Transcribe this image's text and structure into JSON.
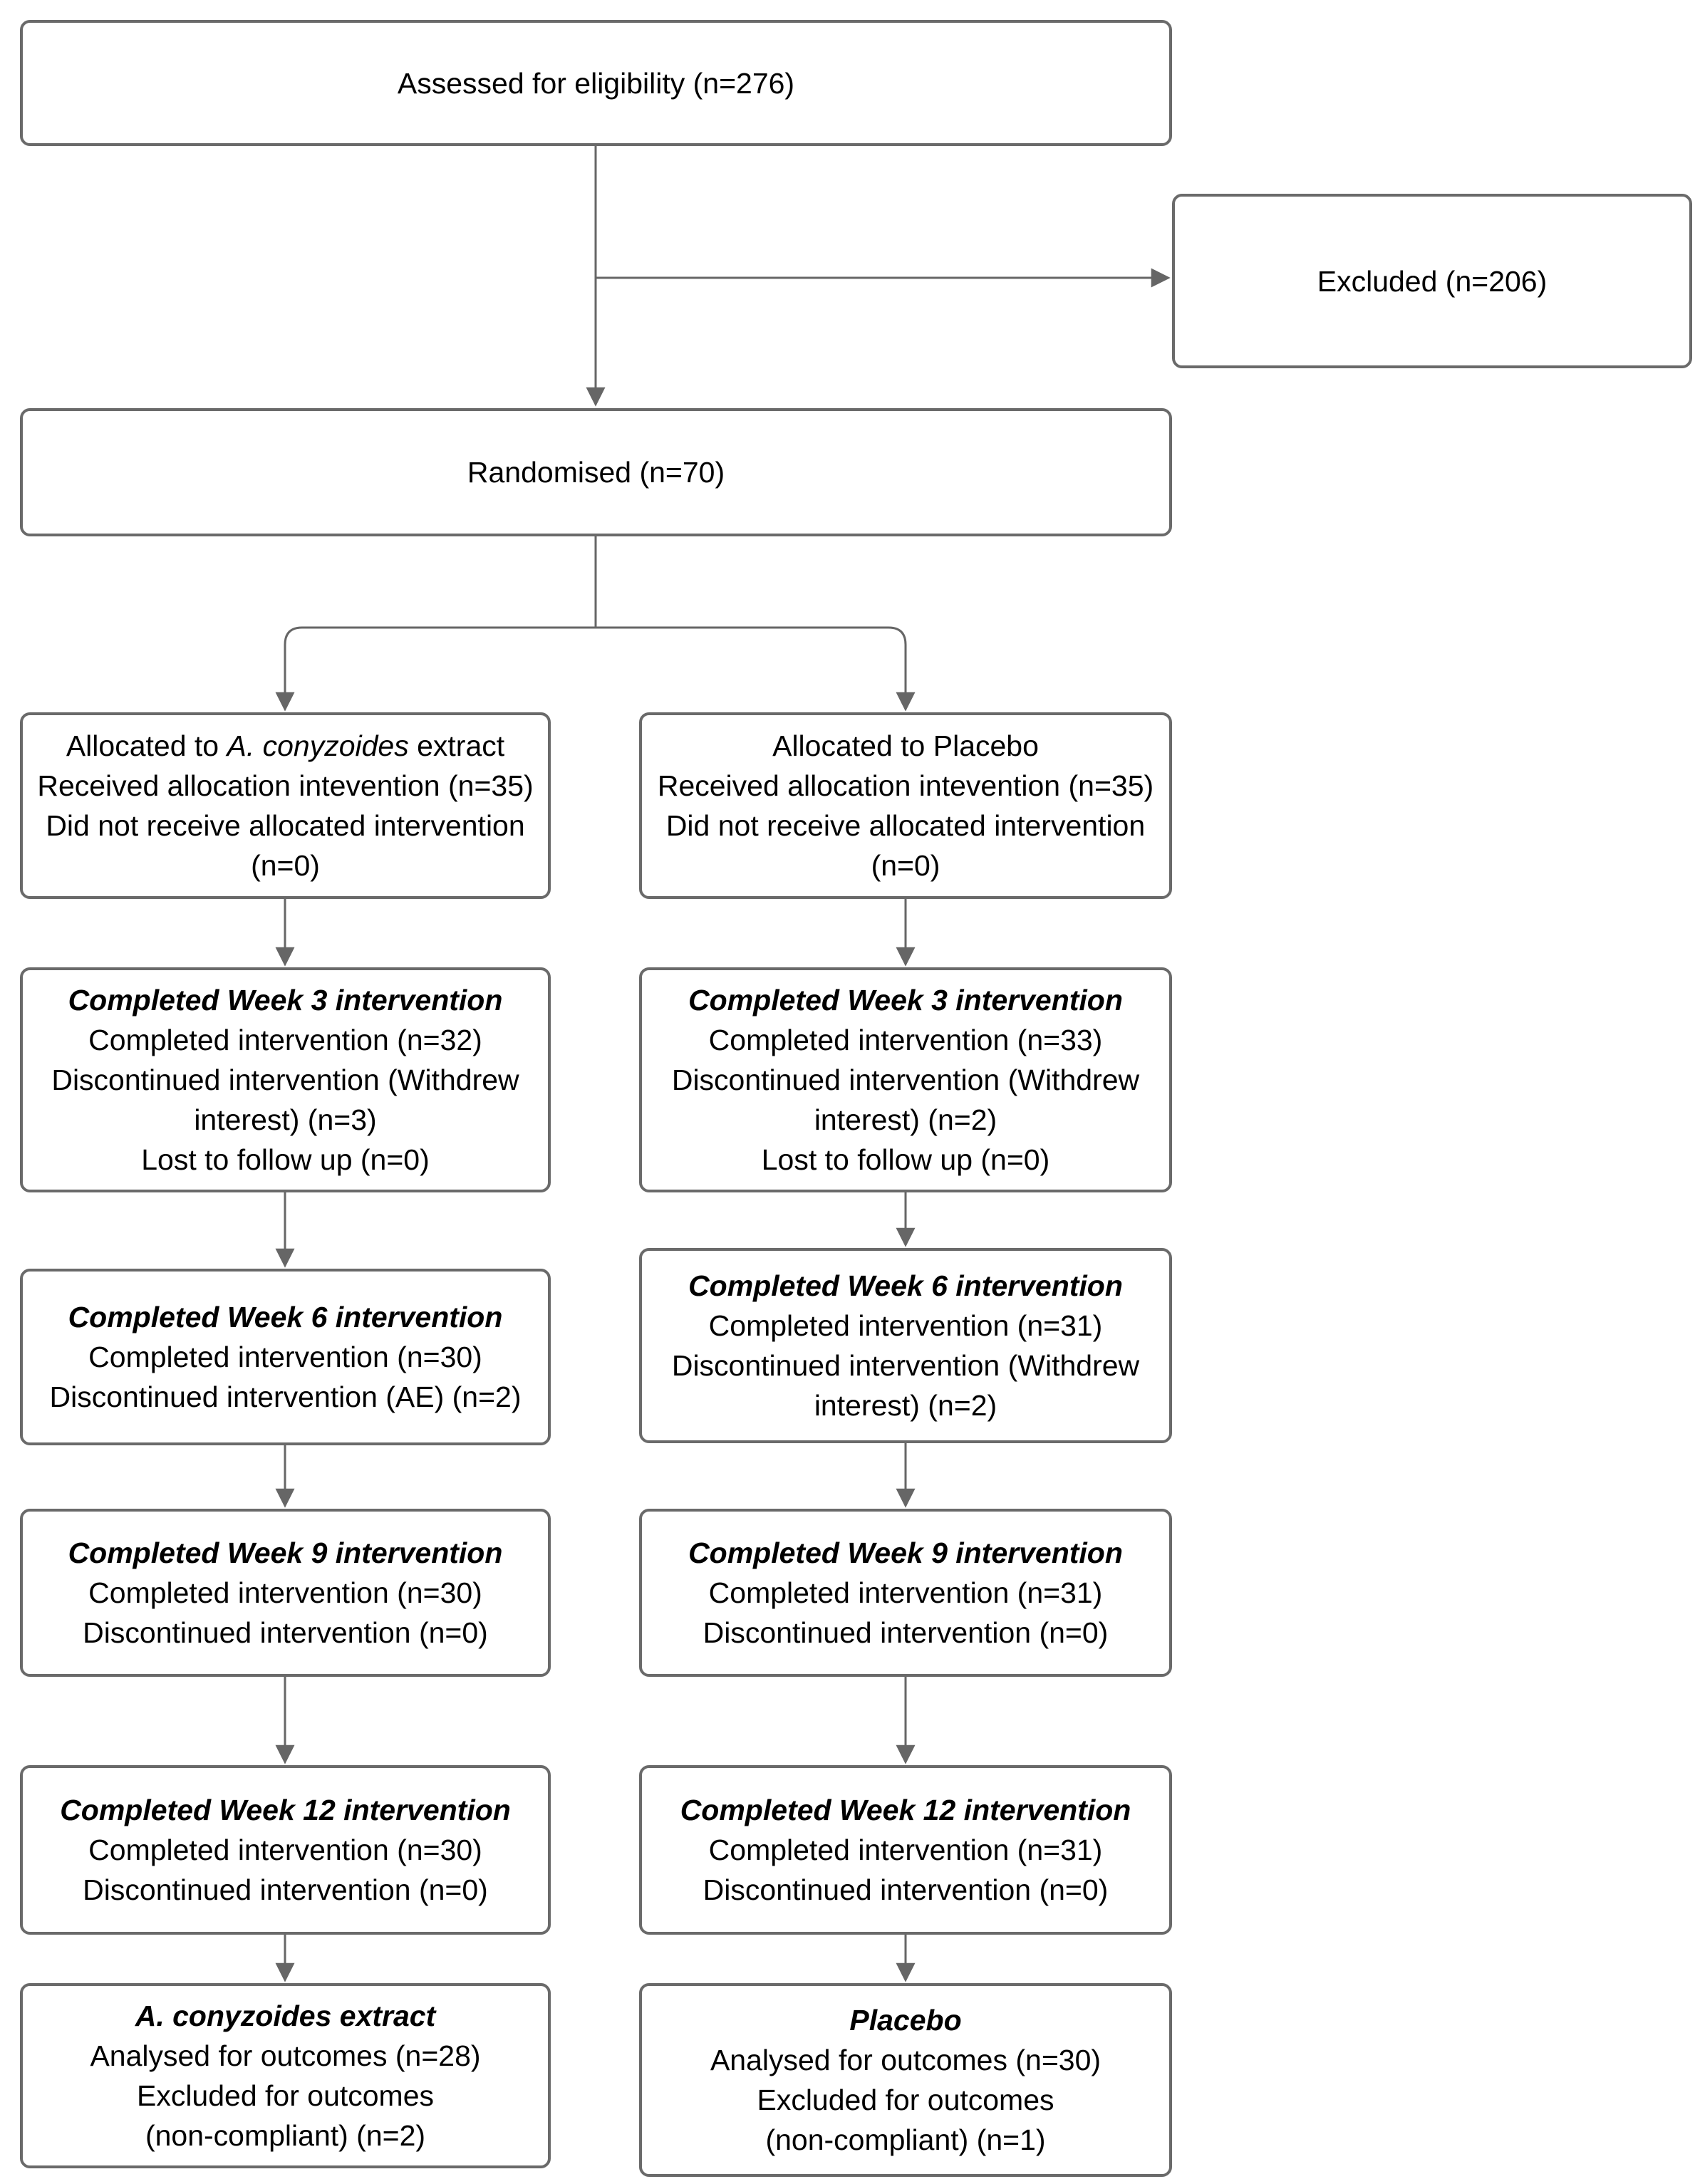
{
  "diagram": {
    "type": "consort-flow",
    "colors": {
      "connector": "#666666",
      "box_border": "#6a6a6a",
      "background": "#ffffff",
      "text": "#000000"
    },
    "boxes": {
      "assessed": {
        "text": "Assessed for eligibility (n=276)"
      },
      "excluded": {
        "text": "Excluded (n=206)"
      },
      "randomised": {
        "text": "Randomised (n=70)"
      },
      "alloc_left": {
        "title_prefix": "Allocated to ",
        "title_species": "A. conyzoides",
        "title_suffix": " extract",
        "lines": [
          "Received allocation intevention (n=35)",
          "Did not receive allocated intervention",
          "(n=0)"
        ]
      },
      "alloc_right": {
        "lines": [
          "Allocated to Placebo",
          "Received allocation intevention (n=35)",
          "Did not receive allocated intervention",
          "(n=0)"
        ]
      },
      "week3_left": {
        "title": "Completed Week 3 intervention",
        "lines": [
          "Completed intervention (n=32)",
          "Discontinued intervention (Withdrew",
          "interest) (n=3)",
          "Lost to follow up (n=0)"
        ]
      },
      "week3_right": {
        "title": "Completed Week 3 intervention",
        "lines": [
          "Completed intervention (n=33)",
          "Discontinued intervention (Withdrew",
          "interest) (n=2)",
          "Lost to follow up (n=0)"
        ]
      },
      "week6_left": {
        "title": "Completed Week 6 intervention",
        "lines": [
          "Completed intervention (n=30)",
          "Discontinued intervention (AE) (n=2)"
        ]
      },
      "week6_right": {
        "title": "Completed Week 6 intervention",
        "lines": [
          "Completed intervention (n=31)",
          "Discontinued intervention (Withdrew",
          "interest) (n=2)"
        ]
      },
      "week9_left": {
        "title": "Completed Week 9 intervention",
        "lines": [
          "Completed intervention (n=30)",
          "Discontinued intervention (n=0)"
        ]
      },
      "week9_right": {
        "title": "Completed Week 9 intervention",
        "lines": [
          "Completed intervention (n=31)",
          "Discontinued intervention (n=0)"
        ]
      },
      "week12_left": {
        "title": "Completed Week 12 intervention",
        "lines": [
          "Completed intervention (n=30)",
          "Discontinued intervention (n=0)"
        ]
      },
      "week12_right": {
        "title": "Completed Week 12 intervention",
        "lines": [
          "Completed intervention (n=31)",
          "Discontinued intervention (n=0)"
        ]
      },
      "final_left": {
        "title": "A. conyzoides extract",
        "lines": [
          "Analysed for outcomes (n=28)",
          "Excluded for outcomes",
          "(non-compliant) (n=2)"
        ]
      },
      "final_right": {
        "title": "Placebo",
        "lines": [
          "Analysed for outcomes (n=30)",
          "Excluded for outcomes",
          "(non-compliant) (n=1)"
        ]
      }
    }
  }
}
